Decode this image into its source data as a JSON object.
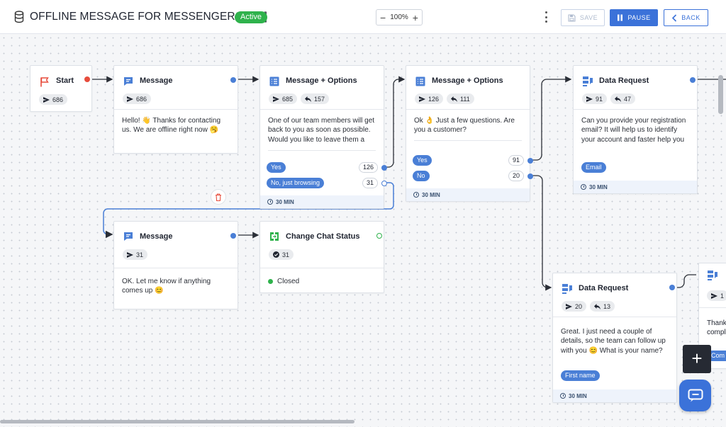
{
  "header": {
    "title": "OFFLINE MESSAGE FOR MESSENGERS [EN]",
    "status_badge": "Active",
    "zoom_minus": "−",
    "zoom_value": "100%",
    "zoom_plus": "+",
    "save_label": "SAVE",
    "pause_label": "PAUSE",
    "back_label": "BACK"
  },
  "colors": {
    "accent": "#3b72d9",
    "active_badge": "#2fb24c",
    "start_dot": "#e74c3c",
    "pill_blue": "#4a7fd6"
  },
  "nodes": {
    "start": {
      "title": "Start",
      "icon": "flag-icon",
      "sent": "686"
    },
    "message1": {
      "title": "Message",
      "icon": "message-icon",
      "sent": "686",
      "text": "Hello! 👋 Thanks for contacting us. We are offline right now 🥱"
    },
    "options1": {
      "title": "Message + Options",
      "icon": "options-icon",
      "sent": "685",
      "replied": "157",
      "text": "One of our team members will get back to you as soon as possible. Would you like to leave them a message?",
      "options": [
        {
          "label": "Yes",
          "count": "126"
        },
        {
          "label": "No, just browsing",
          "count": "31"
        }
      ],
      "timeout": "30 MIN"
    },
    "options2": {
      "title": "Message + Options",
      "icon": "options-icon",
      "sent": "126",
      "replied": "111",
      "text": "Ok 👌 Just a few questions. Are you a customer?",
      "options": [
        {
          "label": "Yes",
          "count": "91"
        },
        {
          "label": "No",
          "count": "20"
        }
      ],
      "timeout": "30 MIN"
    },
    "datareq1": {
      "title": "Data Request",
      "icon": "data-request-icon",
      "sent": "91",
      "replied": "47",
      "text": "Can you provide your registration email? It will help us to identify your account and faster help you with any questions.",
      "field": "Email",
      "timeout": "30 MIN"
    },
    "message2": {
      "title": "Message",
      "icon": "message-icon",
      "sent": "31",
      "text": "OK. Let me know if anything comes up 😊"
    },
    "chatstatus": {
      "title": "Change Chat Status",
      "icon": "chat-status-icon",
      "done": "31",
      "status": "Closed"
    },
    "datareq2": {
      "title": "Data Request",
      "icon": "data-request-icon",
      "sent": "20",
      "replied": "13",
      "text": "Great. I just need a couple of details, so the team can follow up with you 😊 What is your name?",
      "field": "First name",
      "timeout": "30 MIN"
    },
    "partial": {
      "sent": "1",
      "text": "Thank compl",
      "field": "Com"
    }
  }
}
